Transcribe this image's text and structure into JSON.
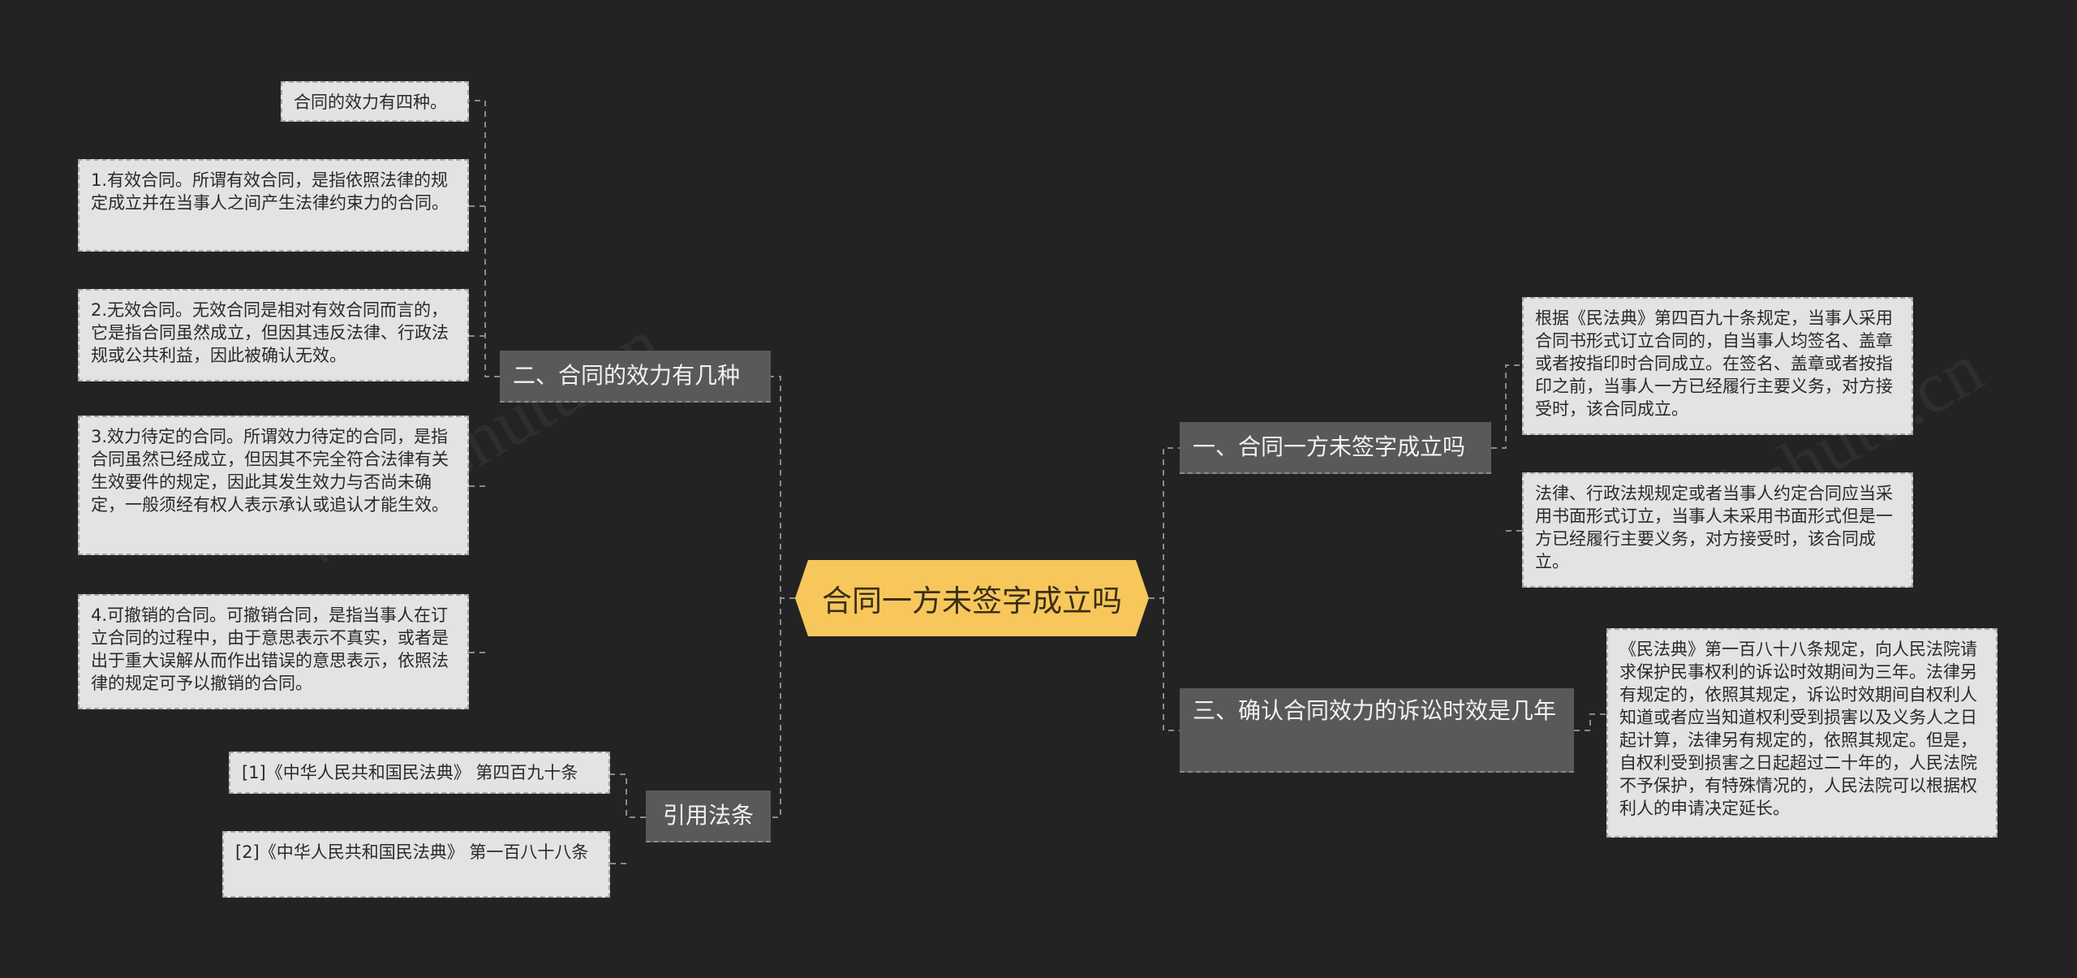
{
  "root": {
    "label": "合同一方未签字成立吗"
  },
  "branches": [
    {
      "label": "二、合同的效力有几种",
      "leaves": [
        "合同的效力有四种。",
        "1.有效合同。所谓有效合同，是指依照法律的规定成立并在当事人之间产生法律约束力的合同。",
        "2.无效合同。无效合同是相对有效合同而言的，它是指合同虽然成立，但因其违反法律、行政法规或公共利益，因此被确认无效。",
        "3.效力待定的合同。所谓效力待定的合同，是指合同虽然已经成立，但因其不完全符合法律有关生效要件的规定，因此其发生效力与否尚未确定，一般须经有权人表示承认或追认才能生效。",
        "4.可撤销的合同。可撤销合同，是指当事人在订立合同的过程中，由于意思表示不真实，或者是出于重大误解从而作出错误的意思表示，依照法律的规定可予以撤销的合同。"
      ]
    },
    {
      "label": "引用法条",
      "leaves": [
        "[1]《中华人民共和国民法典》 第四百九十条",
        "[2]《中华人民共和国民法典》 第一百八十八条"
      ]
    },
    {
      "label": "一、合同一方未签字成立吗",
      "leaves": [
        "根据《民法典》第四百九十条规定，当事人采用合同书形式订立合同的，自当事人均签名、盖章或者按指印时合同成立。在签名、盖章或者按指印之前，当事人一方已经履行主要义务，对方接受时，该合同成立。",
        "法律、行政法规规定或者当事人约定合同应当采用书面形式订立，当事人未采用书面形式但是一方已经履行主要义务，对方接受时，该合同成立。"
      ]
    },
    {
      "label": "三、确认合同效力的诉讼时效是几年",
      "leaves": [
        "《民法典》第一百八十八条规定，向人民法院请求保护民事权利的诉讼时效期间为三年。法律另有规定的，依照其规定，诉讼时效期间自权利人知道或者应当知道权利受到损害以及义务人之日起计算，法律另有规定的，依照其规定。但是，自权利受到损害之日起超过二十年的，人民法院不予保护，有特殊情况的，人民法院可以根据权利人的申请决定延长。"
      ]
    }
  ],
  "colors": {
    "background": "#232323",
    "root": "#f7c75b",
    "branch": "#595959",
    "leaf": "#e3e3e3",
    "line": "#8a8a8a"
  }
}
